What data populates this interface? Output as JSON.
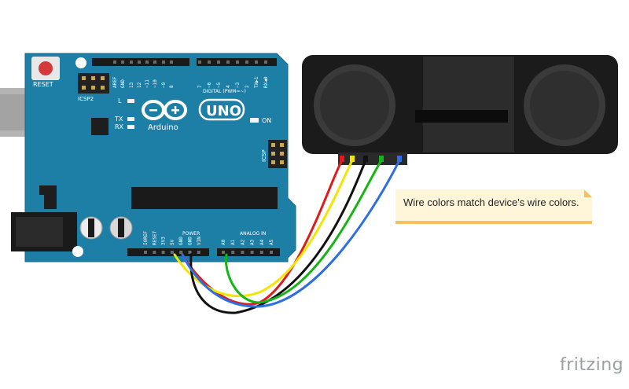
{
  "board": {
    "reset_label": "RESET",
    "icsp2_label": "ICSP2",
    "icsp_label": "ICSP",
    "l_label": "L",
    "tx_label": "TX",
    "rx_label": "RX",
    "on_label": "ON",
    "brand_label": "Arduino",
    "model_label": "UNO",
    "digital_label": "DIGITAL (PWM=~)",
    "power_label": "POWER",
    "analog_label": "ANALOG IN",
    "digital_pins": [
      "AREF",
      "GND",
      "13",
      "12",
      "~11",
      "~10",
      "~9",
      "8",
      "7",
      "~6",
      "~5",
      "4",
      "~3",
      "2",
      "TX▶1",
      "RX◀0"
    ],
    "power_pins": [
      "IOREF",
      "RESET",
      "3V3",
      "5V",
      "GND",
      "GND",
      "VIN"
    ],
    "analog_pins": [
      "A0",
      "A1",
      "A2",
      "A3",
      "A4",
      "A5"
    ]
  },
  "wires": {
    "colors": [
      "#e01b1b",
      "#f2e600",
      "#111111",
      "#15b515",
      "#2d6fe0"
    ]
  },
  "note": {
    "text": "Wire colors match device's wire colors."
  },
  "logo": {
    "text": "fritzing"
  }
}
